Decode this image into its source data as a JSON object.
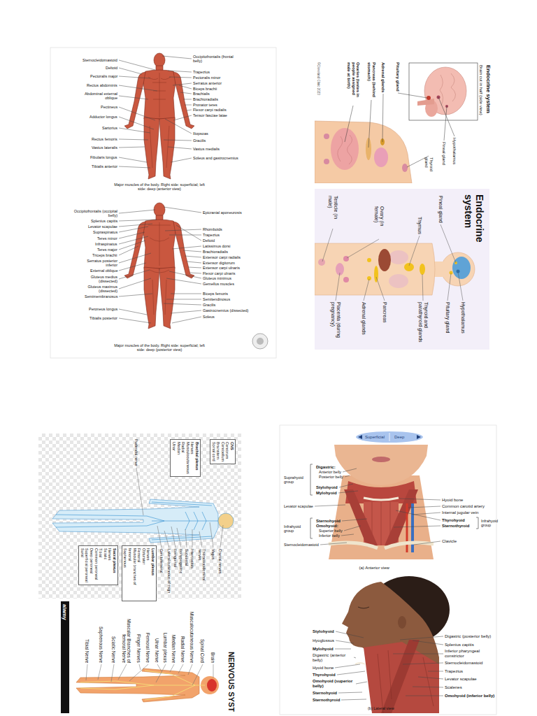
{
  "diagram": {
    "nodes": [
      {
        "text": [
          "CNS",
          "Cerebrum",
          "Cerebellum",
          "Brainstem",
          "Spinal cord"
        ]
      },
      {
        "text": [
          "Brachial plexus",
          "Nerves",
          "Musculocutaneous",
          "Radial",
          "Median",
          "Ulnar"
        ]
      },
      {
        "text": [
          "Lumbar plexus",
          "Nerves",
          "Obturator",
          "Femoral",
          "Muscular branches of femoral",
          "Saphenous"
        ]
      },
      {
        "text": [
          "Sacral plexus",
          "Nerves",
          "Sciatic",
          "Tibial",
          "Common peroneal",
          "Deep peroneal",
          "Superficial peroneal",
          "Sural"
        ]
      }
    ],
    "labels": [
      "Sternocleidomastoid",
      "Deltoid",
      "Pectoralis major",
      "Rectus abdominis",
      "Abdominal external oblique",
      "Pectineus",
      "Adductor longus",
      "Sartorius",
      "Rectus femoris",
      "Vastus lateralis",
      "Fibularis longus",
      "Tibialis anterior",
      "Occipitofrontalis (frontal belly)",
      "Trapezius",
      "Pectoralis minor",
      "Serratus anterior",
      "Biceps brachii",
      "Brachialis",
      "Brachioradialis",
      "Pronator teres",
      "Flexor carpi radialis",
      "Tensor fasciae latae",
      "Iliopsoas",
      "Gracilis",
      "Vastus medialis",
      "Soleus and gastrocnemius",
      "Major muscles of the body. Right side: superficial; left side: deep (anterior view)",
      "Occipitofrontalis (occipital belly)",
      "Splenius capitis",
      "Levator scapulae",
      "Supraspinatus",
      "Teres minor",
      "Infraspinatus",
      "Teres major",
      "Triceps brachii",
      "Serratus posterior inferior",
      "External oblique",
      "Gluteus medius (dissected)",
      "Gluteus maximus (dissected)",
      "Semimembranosus",
      "Peroneus longus",
      "Tibialis posterior",
      "Epicranial aponeurosis",
      "Rhomboids",
      "Trapezius",
      "Deltoid",
      "Latissimus dorsi",
      "Brachioradialis",
      "Extensor carpi radialis",
      "Extensor digitorum",
      "Extensor carpi ulnaris",
      "Flexor carpi ulnaris",
      "Gluteus minimus",
      "Gemellus muscles",
      "Biceps femoris",
      "Semitendinosus",
      "Gracilis",
      "Gastrocnemius (dissected)",
      "Soleus",
      "Major muscles of the body. Right side: superficial; left side: deep (posterior view)",
      "Endocrine system",
      "Brain cut in half (side view)",
      "Pituitary gland",
      "Adrenal glands",
      "Pancreas (behind stomach)",
      "Ovaries (testes in people assigned male at birth)",
      "Hypothalamus",
      "Pineal gland",
      "Thyroid gland",
      "©Cleveland Clinic 2023",
      "Endocrine system",
      "Pineal gland",
      "Thymus",
      "Ovary (in female)",
      "Testicle (in male)",
      "Hypothalamus",
      "Pituitary gland",
      "Thyroid and parathyroid glands",
      "Pancreas",
      "Adrenal glands",
      "Placenta (during pregnancy)",
      "Pudendal nerve",
      "Cranial nerves",
      "Vagus",
      "Thoracoabdominal nerves",
      "Intercostals",
      "Subcostal",
      "Iliohypogastric",
      "Ilioinguinal",
      "Lateral cutaneous of thigh",
      "Genitofemoral",
      "NERVOUS SYST",
      "alamy",
      "Brain",
      "Spinal Cord",
      "Musculocutaneous Nerve",
      "Radial Nerve",
      "Median Nerve",
      "Lumbar plexus",
      "Ulnar Nerve",
      "Femoral Nerve",
      "Finger Nerves",
      "Muscular Branches of femoral Nerve",
      "Sciatic Nerve",
      "Saphenous Nerve",
      "Tibial Nerve",
      "Superficial",
      "Deep",
      "Digastric:",
      "Anterior belly",
      "Posterior belly",
      "Suprahyoid group",
      "Stylohyoid",
      "Mylohyoid",
      "Levator scapulae",
      "Sternohyoid",
      "Omohyoid:",
      "Superior belly",
      "Inferior belly",
      "Infrahyoid group",
      "Sternocleidomastoid",
      "Hyoid bone",
      "Common carotid artery",
      "Internal jugular vein",
      "Thyrohyoid",
      "Sternothyroid",
      "Infrahyoid group",
      "Clavicle",
      "(a) Anterior view",
      "Stylohyoid",
      "Hyoglossus",
      "Mylohyoid",
      "Digastric (anterior belly)",
      "Hyoid bone",
      "Thyrohyoid",
      "Omohyoid (superior belly)",
      "Sternohyoid",
      "Sternothyroid",
      "Digastric (posterior belly)",
      "Splenius capitis",
      "Inferior pharyngeal constrictor",
      "Sternocleidomastoid",
      "Trapezius",
      "Levator scapulae",
      "Scalenes",
      "Omohyoid (inferior belly)",
      "(b) Lateral view"
    ]
  }
}
